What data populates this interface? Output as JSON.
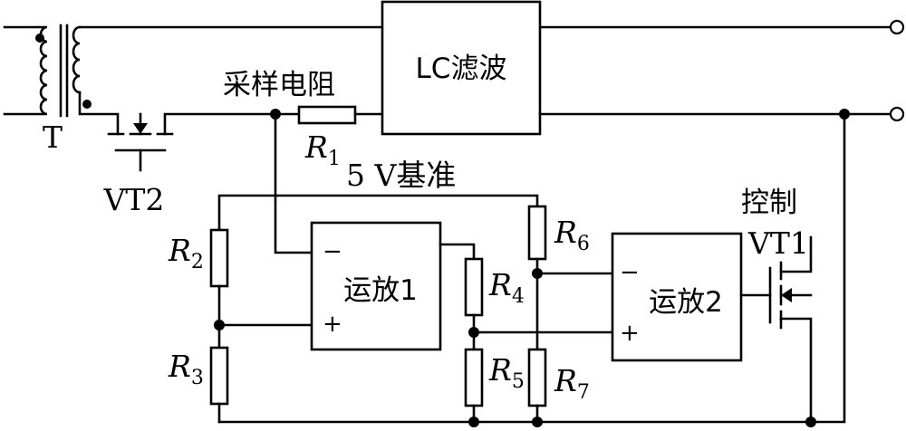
{
  "labels": {
    "transformer": "T",
    "vt2": "VT2",
    "sampling_resistor": "采样电阻",
    "lc_filter": "LC滤波",
    "reference": "5 V基准",
    "opamp1": "运放1",
    "opamp2": "运放2",
    "control": "控制",
    "vt1": "VT1",
    "minus": "−",
    "plus": "+",
    "resistor_letter": "R",
    "r1": "1",
    "r2": "2",
    "r3": "3",
    "r4": "4",
    "r5": "5",
    "r6": "6",
    "r7": "7"
  }
}
